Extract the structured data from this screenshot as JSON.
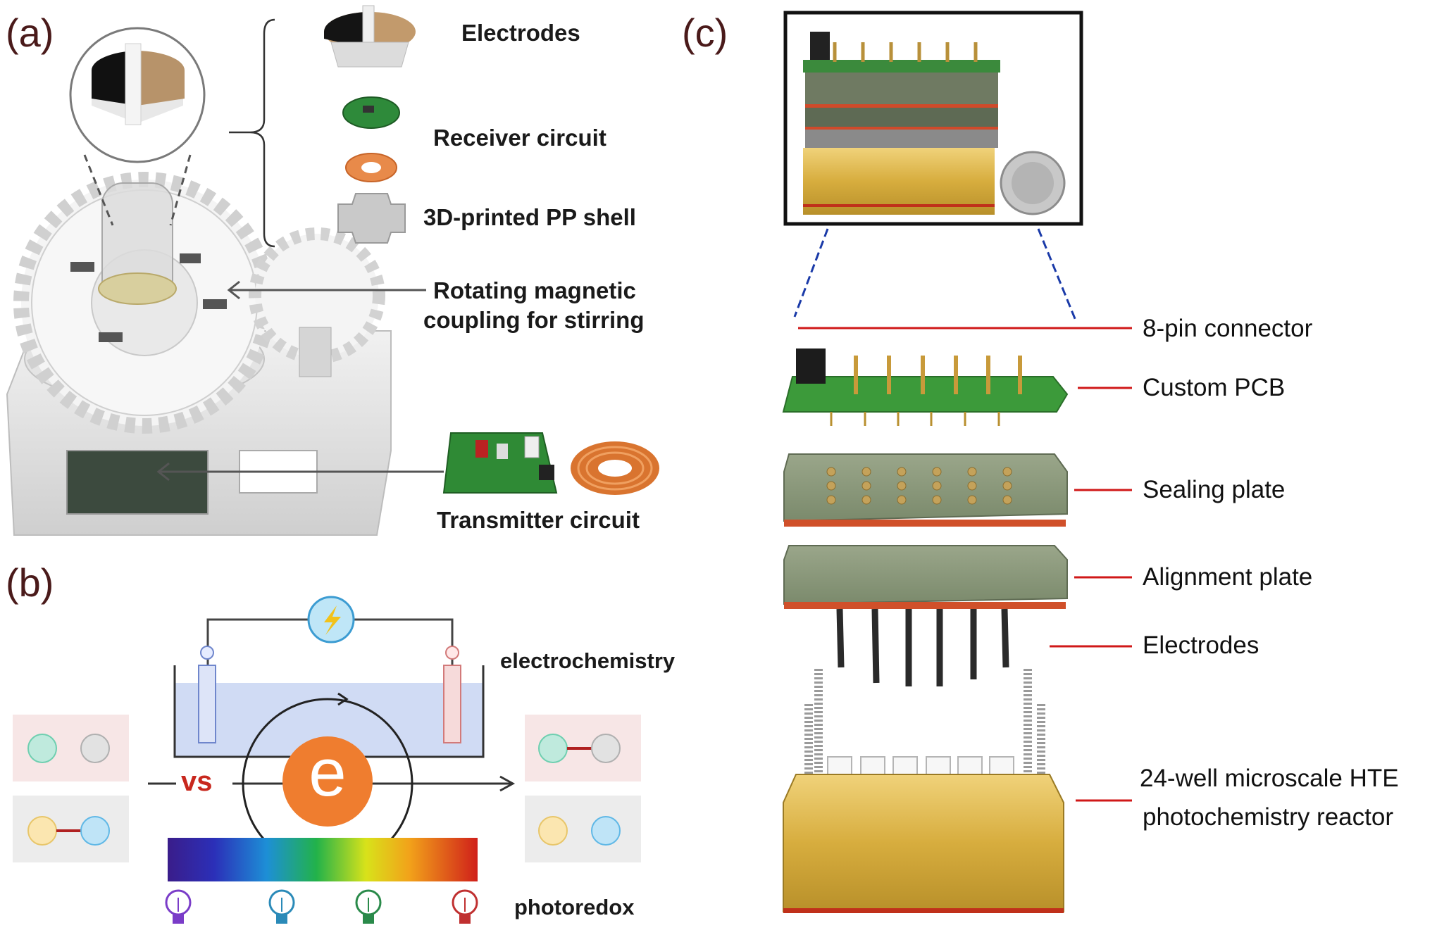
{
  "panels": {
    "a": "(a)",
    "b": "(b)",
    "c": "(c)"
  },
  "panel_a": {
    "labels": {
      "electrodes": "Electrodes",
      "receiver": "Receiver circuit",
      "shell": "3D-printed PP shell",
      "coupling_line1": "Rotating magnetic",
      "coupling_line2": "coupling for stirring",
      "transmitter": "Transmitter circuit"
    }
  },
  "panel_b": {
    "labels": {
      "electrochemistry": "electrochemistry",
      "photoredox": "photoredox",
      "vs": "vs",
      "electron": "e"
    },
    "colors": {
      "vs": "#c8281e",
      "electron": "#ef7d2f"
    }
  },
  "panel_c": {
    "labels": {
      "connector": "8-pin connector",
      "pcb": "Custom PCB",
      "sealing": "Sealing plate",
      "alignment": "Alignment plate",
      "electrodes": "Electrodes",
      "reactor_line1": "24-well microscale HTE",
      "reactor_line2": "photochemistry reactor"
    },
    "colors": {
      "leader": "#d01818",
      "zoom_lines": "#1a3aa8"
    }
  }
}
